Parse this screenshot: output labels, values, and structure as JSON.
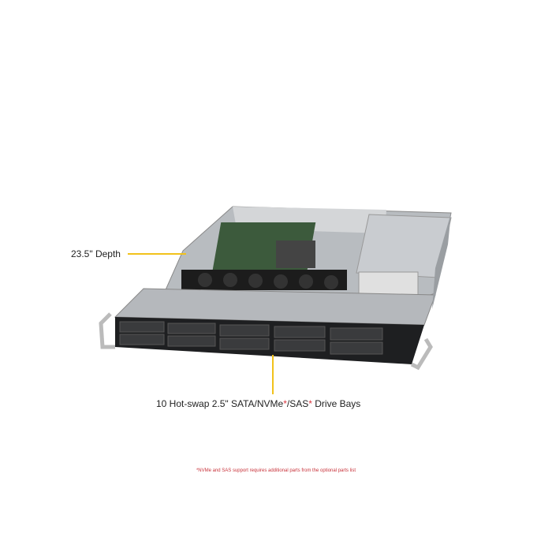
{
  "callouts": {
    "depth": "23.5\" Depth",
    "drive_bays_prefix": "10 Hot-swap 2.5\" SATA/NVMe",
    "drive_bays_star1": "*",
    "drive_bays_mid": "/SAS",
    "drive_bays_star2": "*",
    "drive_bays_suffix": " Drive Bays"
  },
  "footnote": "*NVMe and SAS support requires additional parts from the optional parts list",
  "colors": {
    "callout_line": "#f2c21b",
    "footnote": "#c8323a"
  }
}
